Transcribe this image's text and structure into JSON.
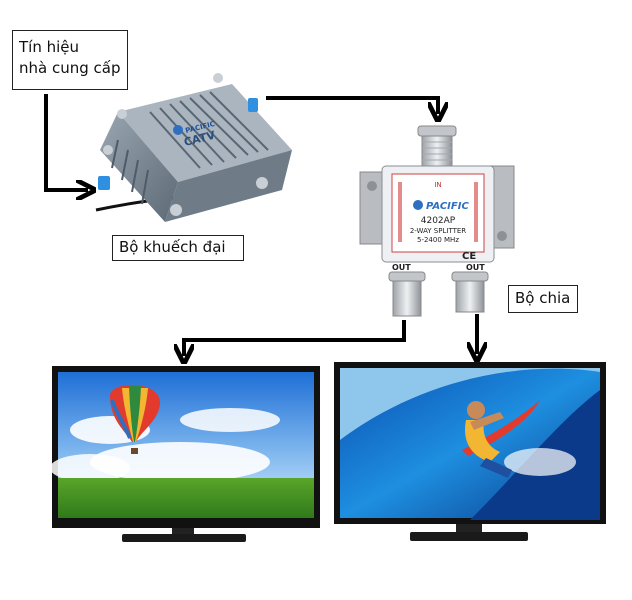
{
  "labels": {
    "signal_line1": "Tín hiệu",
    "signal_line2": "nhà cung cấp",
    "amplifier": "Bộ khuếch đại",
    "splitter": "Bộ chia"
  },
  "amplifier_device": {
    "brand": "PACIFIC",
    "model": "CATV"
  },
  "splitter_device": {
    "brand": "PACIFIC",
    "port_in": "IN",
    "model": "4202AP",
    "type": "2-WAY SPLITTER",
    "range": "5-2400 MHz",
    "ce_mark": "CE",
    "port_out_left": "OUT",
    "port_out_right": "OUT"
  },
  "colors": {
    "arrow": "#000000",
    "amplifier_body": "#7f8b96",
    "splitter_body": "#c9cdd2",
    "accent_blue": "#2f6fc0",
    "tv_bezel": "#111111"
  },
  "icons": [
    "hot-air-balloon-icon",
    "surfer-icon"
  ]
}
